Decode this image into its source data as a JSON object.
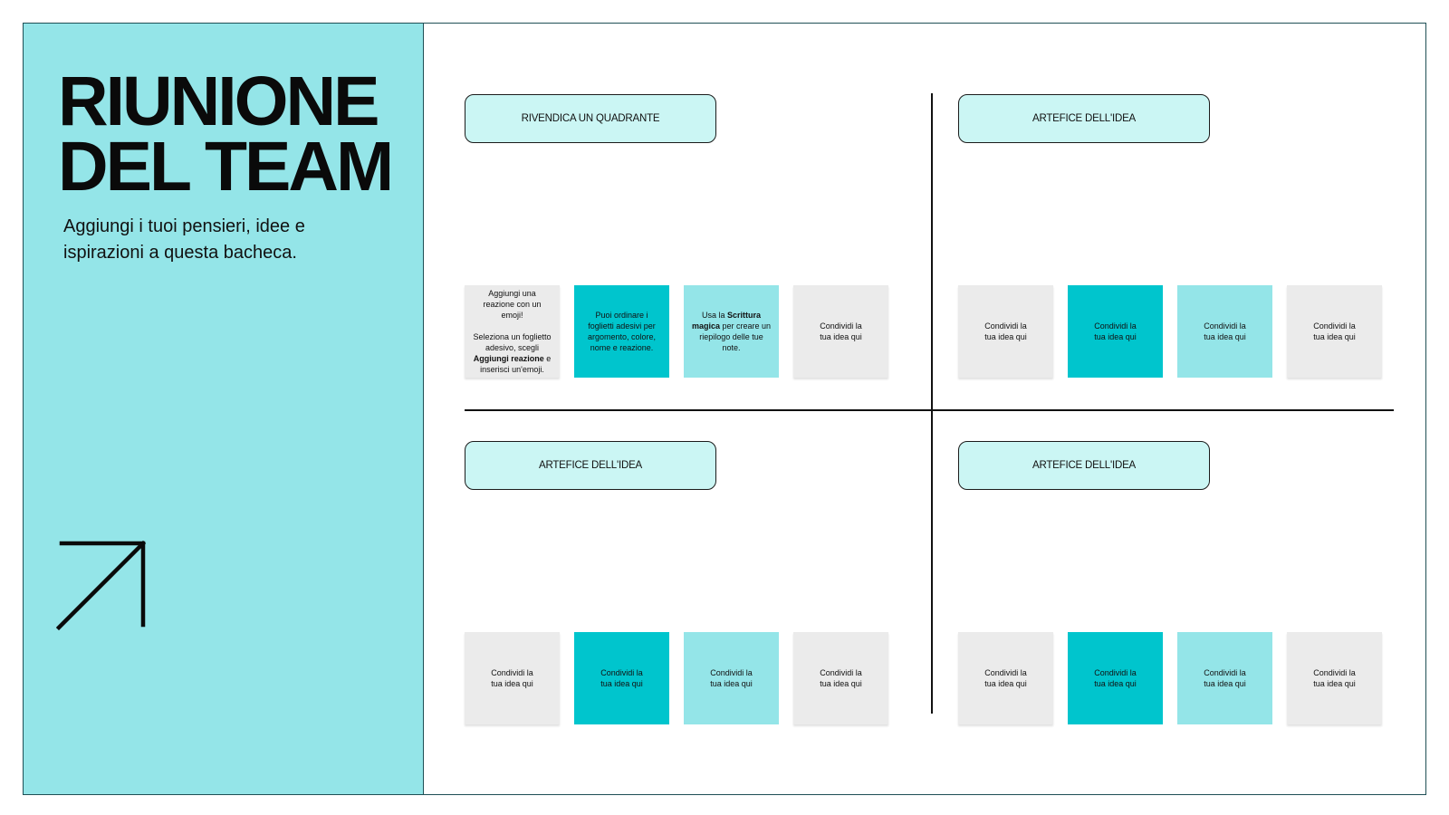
{
  "board": {
    "title_line1": "RIUNIONE",
    "title_line2": "DEL TEAM",
    "subtitle": "Aggiungi i tuoi pensieri, idee e ispirazioni a questa bacheca.",
    "arrow_icon": "arrow-up-right-icon"
  },
  "colors": {
    "sidebar": "#94e5e8",
    "label_fill": "#cbf6f4",
    "note_gray": "#ebebeb",
    "note_teal": "#00c5cd",
    "note_light_teal": "#94e5e8"
  },
  "quadrants": [
    {
      "label": "RIVENDICA UN QUADRANTE",
      "notes": [
        {
          "line1": "Aggiungi una reazione con un emoji!",
          "line2_pre": "Seleziona un foglietto adesivo, scegli",
          "line2_bold": "Aggiungi reazione",
          "line2_post": "e inserisci un'emoji."
        },
        {
          "text": "Puoi ordinare i foglietti adesivi per argomento, colore, nome e reazione."
        },
        {
          "pre": "Usa la",
          "bold": "Scrittura magica",
          "post": "per creare un riepilogo delle tue note."
        },
        {
          "text": "Condividi la tua idea qui"
        }
      ]
    },
    {
      "label": "ARTEFICE DELL'IDEA",
      "notes": [
        {
          "text": "Condividi la tua idea qui"
        },
        {
          "text": "Condividi la tua idea qui"
        },
        {
          "text": "Condividi la tua idea qui"
        },
        {
          "text": "Condividi la tua idea qui"
        }
      ]
    },
    {
      "label": "ARTEFICE DELL'IDEA",
      "notes": [
        {
          "text": "Condividi la tua idea qui"
        },
        {
          "text": "Condividi la tua idea qui"
        },
        {
          "text": "Condividi la tua idea qui"
        },
        {
          "text": "Condividi la tua idea qui"
        }
      ]
    },
    {
      "label": "ARTEFICE DELL'IDEA",
      "notes": [
        {
          "text": "Condividi la tua idea qui"
        },
        {
          "text": "Condividi la tua idea qui"
        },
        {
          "text": "Condividi la tua idea qui"
        },
        {
          "text": "Condividi la tua idea qui"
        }
      ]
    }
  ]
}
